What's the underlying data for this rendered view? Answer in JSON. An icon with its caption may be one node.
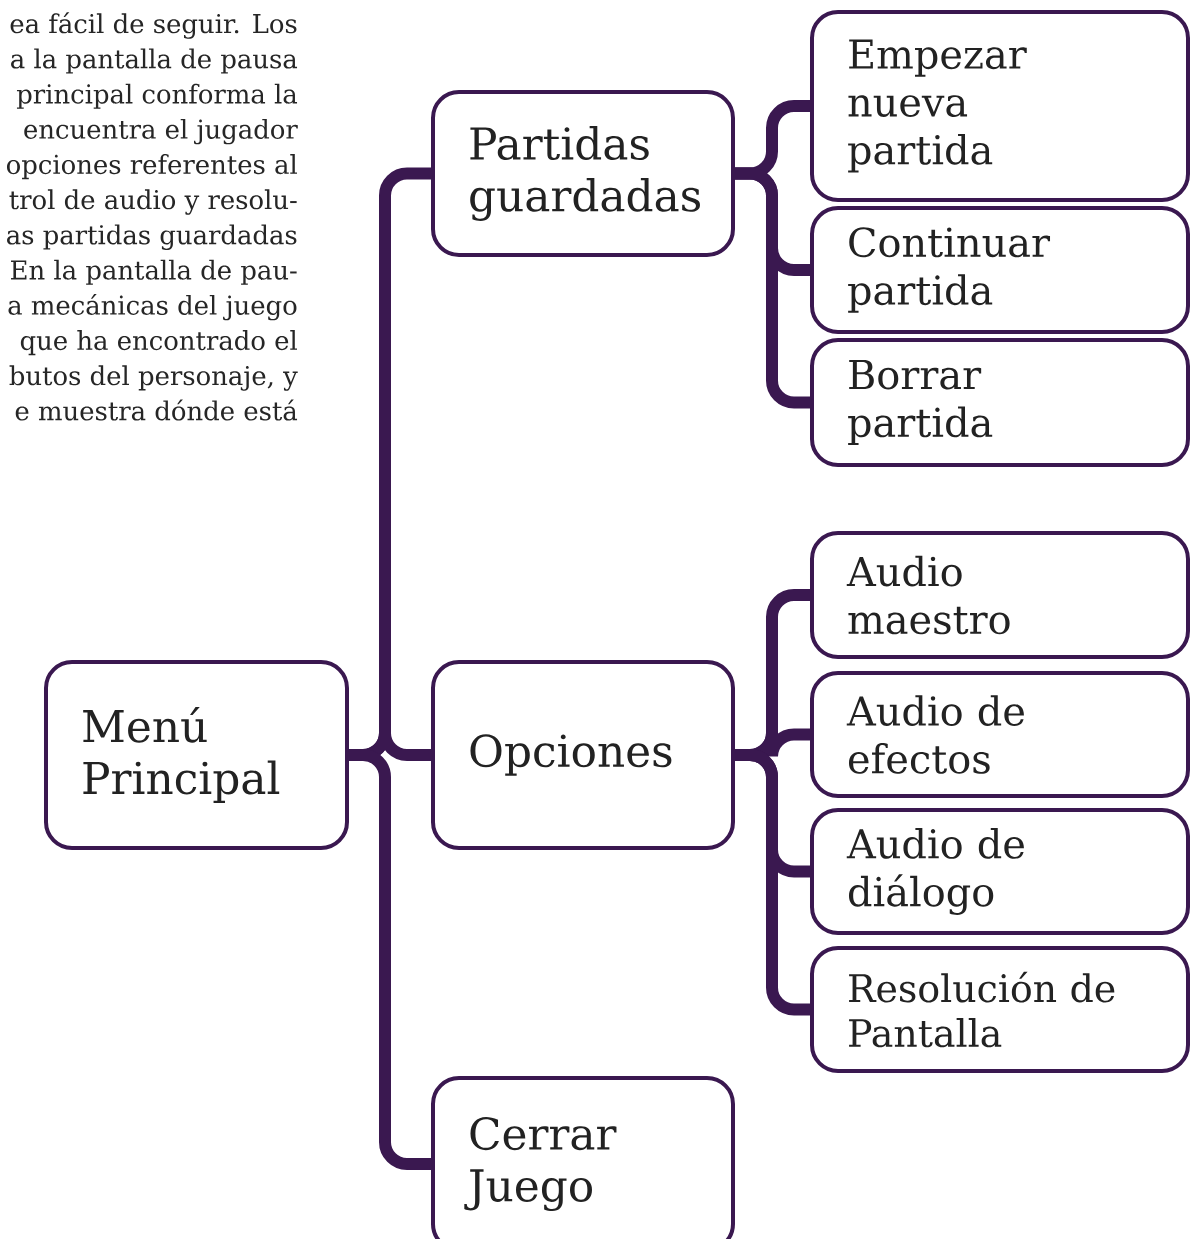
{
  "diagram": {
    "nodes": [
      {
        "text": [
          "Menú Principal"
        ]
      },
      {
        "text": [
          "Partidas guardadas"
        ]
      },
      {
        "text": [
          "Opciones"
        ]
      },
      {
        "text": [
          "Cerrar Juego"
        ]
      },
      {
        "text": [
          "Empezar nueva partida"
        ]
      },
      {
        "text": [
          "Continuar partida"
        ]
      },
      {
        "text": [
          "Borrar partida"
        ]
      },
      {
        "text": [
          "Audio maestro"
        ]
      },
      {
        "text": [
          "Audio de efectos"
        ]
      },
      {
        "text": [
          "Audio de diálogo"
        ]
      },
      {
        "text": [
          "Resolución de Pantalla"
        ]
      }
    ],
    "edges": [
      {
        "from": 0,
        "to": 1,
        "arrow": "none"
      },
      {
        "from": 0,
        "to": 2,
        "arrow": "none"
      },
      {
        "from": 0,
        "to": 3,
        "arrow": "none"
      },
      {
        "from": 1,
        "to": 4,
        "arrow": "none"
      },
      {
        "from": 1,
        "to": 5,
        "arrow": "none"
      },
      {
        "from": 1,
        "to": 6,
        "arrow": "none"
      },
      {
        "from": 2,
        "to": 7,
        "arrow": "none"
      },
      {
        "from": 2,
        "to": 8,
        "arrow": "none"
      },
      {
        "from": 2,
        "to": 9,
        "arrow": "none"
      },
      {
        "from": 2,
        "to": 10,
        "arrow": "none"
      }
    ],
    "labels": [
      "ea fácil de seguir. Los",
      "a la pantalla de pausa",
      "principal conforma la",
      "encuentra el jugador",
      "opciones referentes al",
      "trol de audio y resolu-",
      "as partidas guardadas",
      "En la pantalla de pau-",
      "a mecánicas del juego",
      "que ha encontrado el",
      "butos del personaje, y",
      "e muestra dónde está"
    ]
  }
}
